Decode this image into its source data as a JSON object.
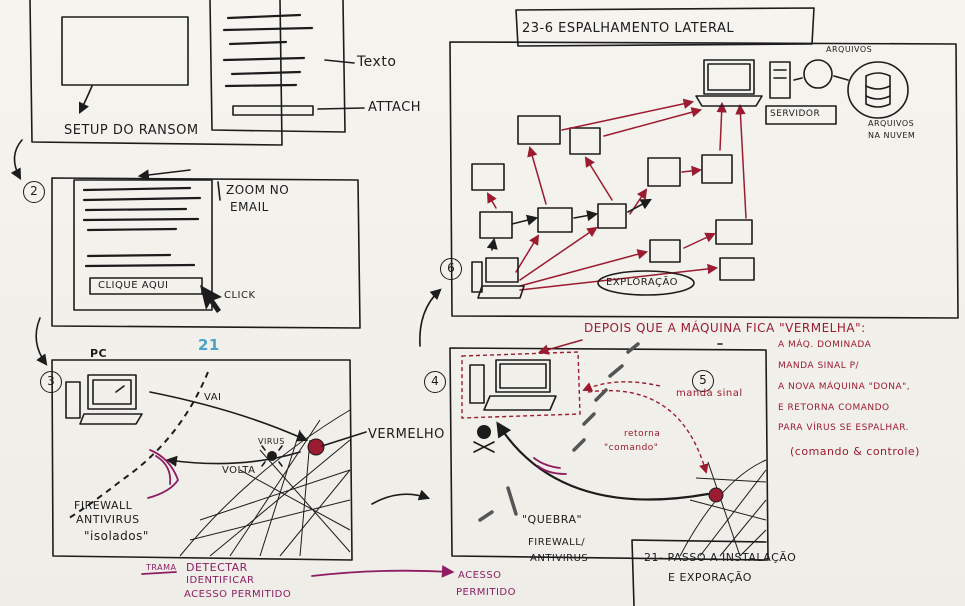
{
  "panel1": {
    "setup": "SETUP DO RANSOM",
    "texto": "Texto",
    "attach": "ATTACH"
  },
  "panel2": {
    "number": "2",
    "zoom_line1": "ZOOM NO",
    "zoom_line2": "EMAIL",
    "button": "CLIQUE AQUI",
    "click": "CLICK"
  },
  "panel3": {
    "number": "3",
    "header_left": "PC",
    "header_num": "21",
    "vai": "VAI",
    "volta": "VOLTA",
    "virus": "VIRUS",
    "vermelho": "VERMELHO",
    "firewall_line1": "FIREWALL",
    "firewall_line2": "ANTIVIRUS",
    "firewall_line3": "\"isolados\""
  },
  "bottom_notes": {
    "scribble": "TRAMA",
    "line1": "DETECTAR",
    "line2": "IDENTIFICAR",
    "line3": "ACESSO PERMITIDO",
    "acesso1": "ACESSO",
    "acesso2": "PERMITIDO"
  },
  "panel4": {
    "number": "4",
    "step_number": "5",
    "header": "DEPOIS QUE A MÁQUINA FICA \"VERMELHA\":",
    "manda_sinal": "manda sinal",
    "retorna1": "retorna",
    "retorna2": "\"comando\"",
    "quebra": "\"QUEBRA\"",
    "fw1": "FIREWALL/",
    "fw2": "ANTIVIRUS",
    "caption1": "21- PASSO A INSTALAÇÃO",
    "caption2": "E EXPORAÇÃO"
  },
  "side_note": [
    "A MÁQ. DOMINADA",
    "MANDA SINAL P/",
    "A NOVA MÁQUINA \"DONA\",",
    "E RETORNA COMANDO",
    "PARA VÍRUS SE ESPALHAR.",
    "(comando & controle)"
  ],
  "panel6": {
    "number": "6",
    "title": "23-6 ESPALHAMENTO LATERAL",
    "arquivos": "ARQUIVOS",
    "servidor": "SERVIDOR",
    "nuvem1": "ARQUIVOS",
    "nuvem2": "NA NUVEM",
    "exploracao": "EXPLORAÇÃO"
  },
  "colors": {
    "ink": "#1c1c1c",
    "red_ink": "#9b1b30",
    "magenta_ink": "#8e1d63",
    "blue_number": "#49a3c9",
    "paper": "#f3f1ec"
  }
}
